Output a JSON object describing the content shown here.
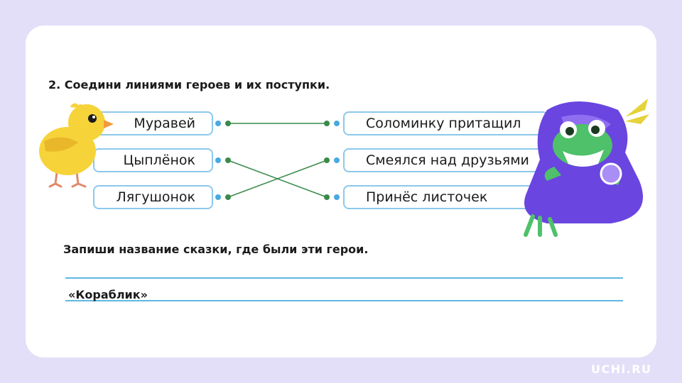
{
  "task": {
    "title": "2. Соедини линиями героев и их поступки.",
    "heroes": [
      "Муравей",
      "Цыплёнок",
      "Лягушонок"
    ],
    "deeds": [
      "Соломинку притащил",
      "Смеялся над друзьями",
      "Принёс листочек"
    ]
  },
  "question": {
    "text": "Запиши название сказки, где были эти герои.",
    "answer": "«Кораблик»"
  },
  "brand": {
    "logo": "UCHi.RU"
  },
  "colors": {
    "background": "#e3dff8",
    "box_border": "#8cc8ec",
    "connector_line": "#3a8a4a",
    "dot_blue": "#4aa8e0",
    "dot_green": "#3a8a4a",
    "answer_rule": "#5fb8e0"
  }
}
